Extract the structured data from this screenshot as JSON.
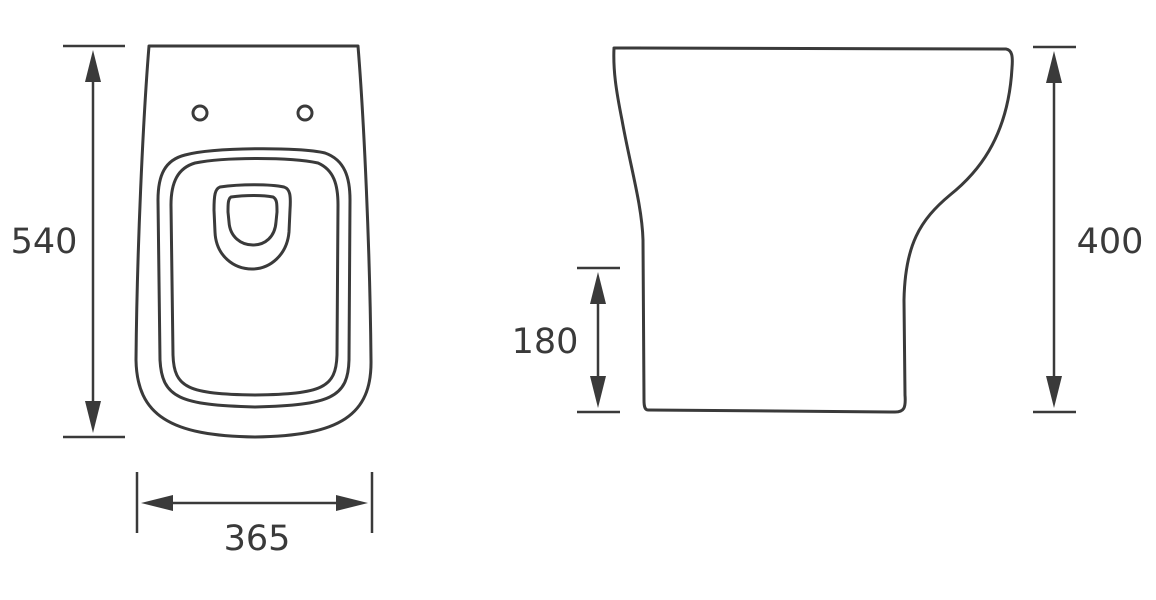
{
  "dimensions": {
    "top_view_length": "540",
    "top_view_width": "365",
    "side_view_inlet_height": "180",
    "side_view_height": "400"
  },
  "colors": {
    "line": "#3a3a3a",
    "background": "#ffffff"
  }
}
